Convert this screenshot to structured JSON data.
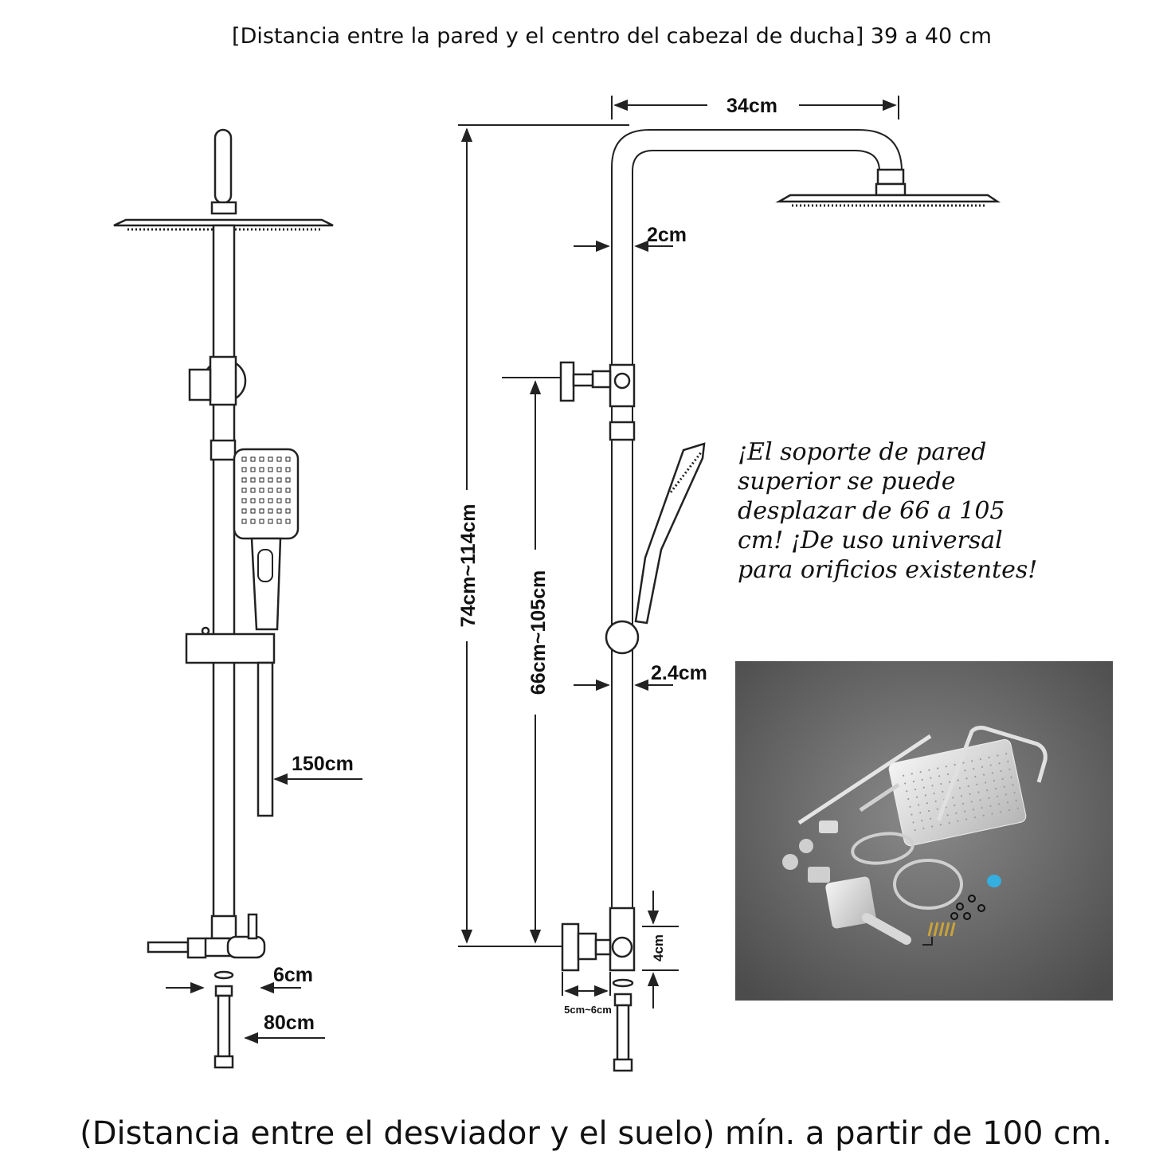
{
  "header": {
    "title": "[Distancia entre la pared y el centro del cabezal de ducha] 39 a 40 cm"
  },
  "footer": {
    "note": "(Distancia entre el desviador y el suelo) mín. a partir de 100 cm."
  },
  "dimensions": {
    "arm_length": "34cm",
    "pipe_upper_diameter": "2cm",
    "pipe_lower_diameter": "2.4cm",
    "total_height": "74cm~114cm",
    "bracket_range": "66cm~105cm",
    "hose_length": "150cm",
    "connector_6": "6cm",
    "connector_80": "80cm",
    "diverter_height": "4cm",
    "wall_offset": "5cm~6cm"
  },
  "callout": {
    "lines": [
      "¡El soporte de pared",
      "superior se puede",
      "desplazar de 66 a 105",
      "cm! ¡De uso universal",
      "para orificios existentes!"
    ]
  },
  "colors": {
    "line": "#222222",
    "photo_bg": "#6f6f6f",
    "chrome": "#d8d8d8"
  }
}
